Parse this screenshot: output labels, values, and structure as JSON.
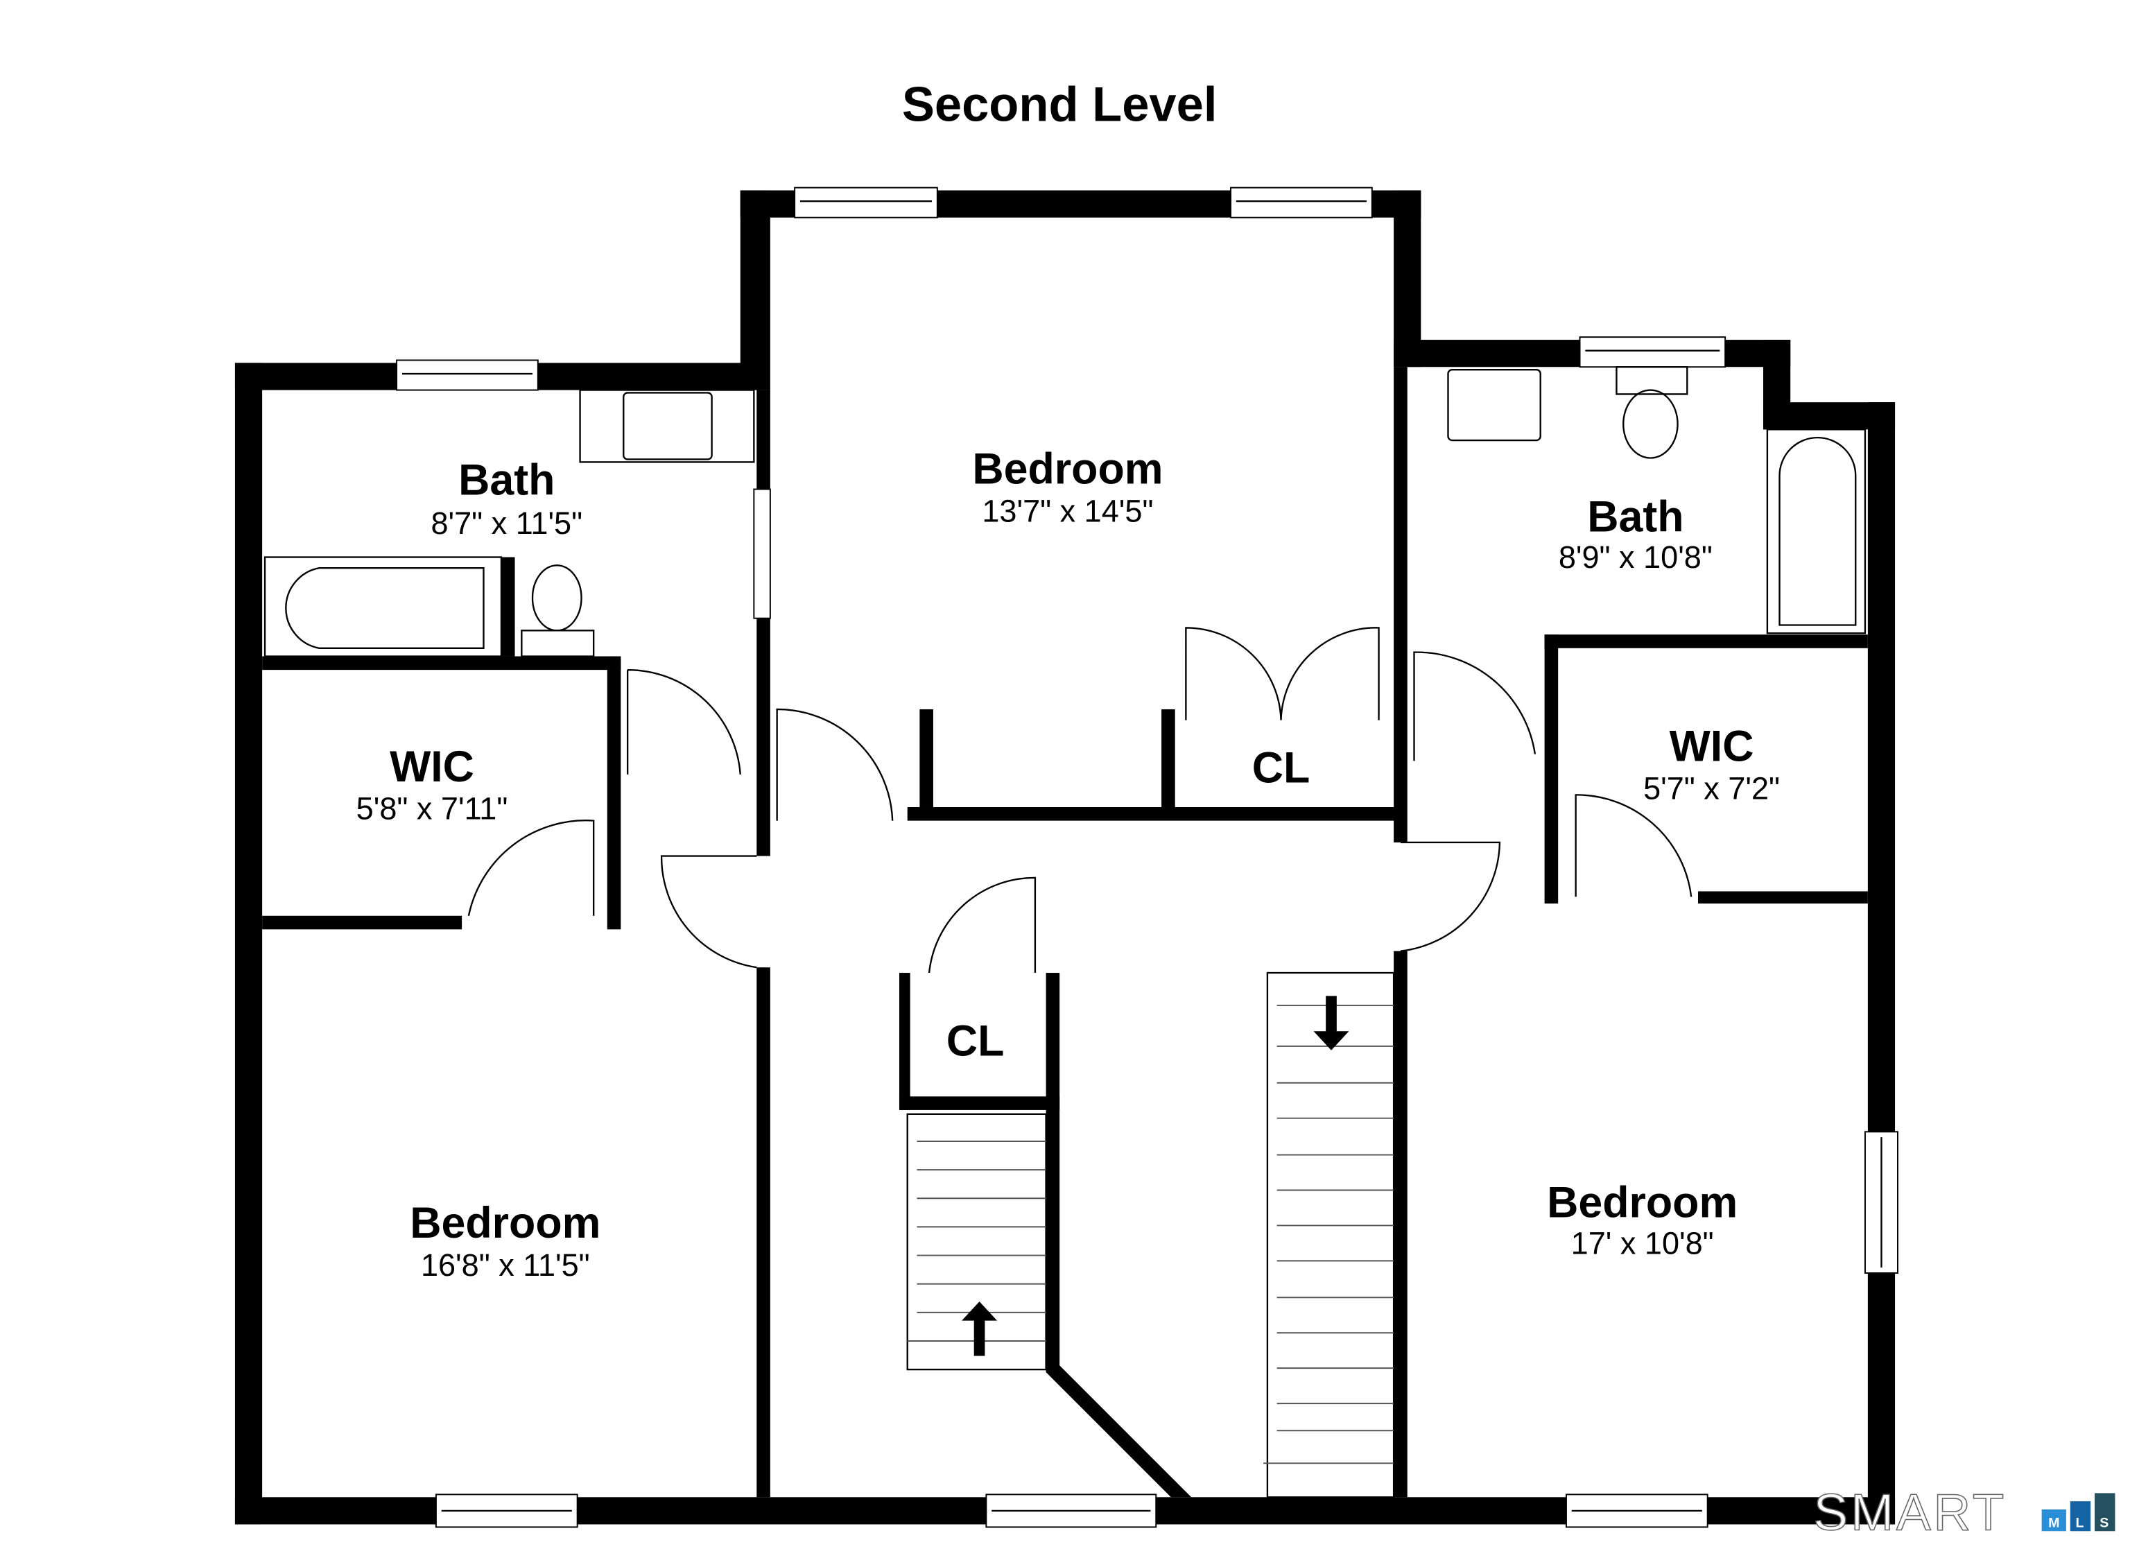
{
  "title": "Second Level",
  "rooms": {
    "bath_left": {
      "name": "Bath",
      "dims": "8'7\" x 11'5\""
    },
    "bedroom_center": {
      "name": "Bedroom",
      "dims": "13'7\" x 14'5\""
    },
    "bath_right": {
      "name": "Bath",
      "dims": "8'9\" x 10'8\""
    },
    "wic_left": {
      "name": "WIC",
      "dims": "5'8\" x 7'11\""
    },
    "closet_center": {
      "name": "CL"
    },
    "wic_right": {
      "name": "WIC",
      "dims": "5'7\" x 7'2\""
    },
    "closet_hall": {
      "name": "CL"
    },
    "bedroom_left": {
      "name": "Bedroom",
      "dims": "16'8\" x 11'5\""
    },
    "bedroom_right": {
      "name": "Bedroom",
      "dims": "17' x 10'8\""
    }
  },
  "logo": {
    "text": "SMART",
    "badge": [
      "M",
      "L",
      "S"
    ],
    "colors": [
      "#2a8fd6",
      "#1565a6",
      "#25505f"
    ]
  }
}
